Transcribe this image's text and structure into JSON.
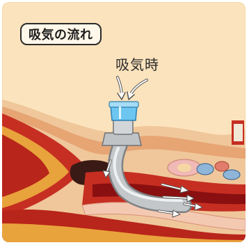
{
  "title": "吸気の流れ",
  "caption": "吸気時",
  "colors": {
    "background": "#fbe3bd",
    "skin": "#efc79b",
    "tissue_red": "#c62e22",
    "deep_red": "#8a0f10",
    "tube_grey": "#a7aaad",
    "cuff_blue": "#6cc6f0",
    "airflow_white": "#ffffff"
  },
  "icons": [
    "airflow-arrow",
    "tracheostomy-tube"
  ]
}
